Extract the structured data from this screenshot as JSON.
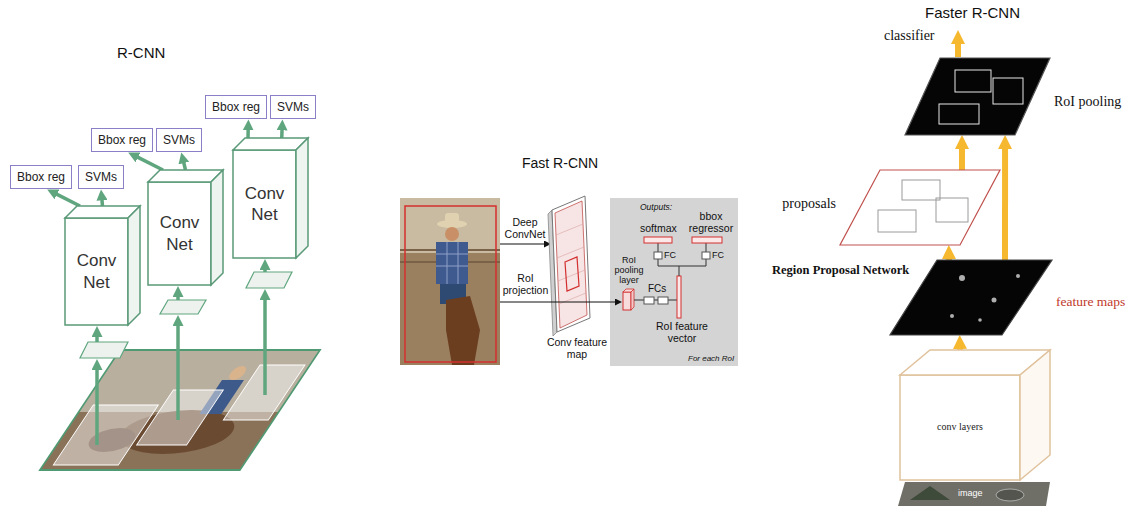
{
  "diagram": {
    "nodes": [
      {
        "text": [
          "Bbox reg"
        ]
      },
      {
        "text": [
          "SVMs"
        ]
      },
      {
        "text": [
          "Bbox reg"
        ]
      },
      {
        "text": [
          "SVMs"
        ]
      },
      {
        "text": [
          "Bbox reg"
        ]
      },
      {
        "text": [
          "SVMs"
        ]
      },
      {
        "text": [
          "Conv Net"
        ]
      },
      {
        "text": [
          "Conv Net"
        ]
      },
      {
        "text": [
          "Conv Net"
        ]
      },
      {
        "text": [
          "RoI pooling"
        ]
      },
      {
        "text": [
          "proposals"
        ]
      },
      {
        "text": [
          "feature maps"
        ]
      },
      {
        "text": [
          "conv layers"
        ]
      }
    ],
    "edges": [
      {
        "from": 6,
        "to": 0,
        "arrow": "to"
      },
      {
        "from": 6,
        "to": 1,
        "arrow": "to"
      },
      {
        "from": 7,
        "to": 2,
        "arrow": "to"
      },
      {
        "from": 7,
        "to": 3,
        "arrow": "to"
      },
      {
        "from": 8,
        "to": 4,
        "arrow": "to"
      },
      {
        "from": 8,
        "to": 5,
        "arrow": "to"
      },
      {
        "from": 12,
        "to": 11,
        "arrow": "to"
      },
      {
        "from": 11,
        "to": 10,
        "arrow": "to"
      },
      {
        "from": 11,
        "to": 9,
        "arrow": "to"
      },
      {
        "from": 10,
        "to": 9,
        "arrow": "to"
      }
    ],
    "labels": [
      "R-CNN",
      "Fast R-CNN",
      "Faster R-CNN",
      "Deep ConvNet",
      "RoI projection",
      "Conv feature map",
      "Outputs:",
      "softmax",
      "bbox regressor",
      "RoI pooling layer",
      "FC",
      "FC",
      "FCs",
      "RoI feature vector",
      "For each RoI",
      "classifier",
      "Region Proposal Network",
      "image"
    ]
  }
}
